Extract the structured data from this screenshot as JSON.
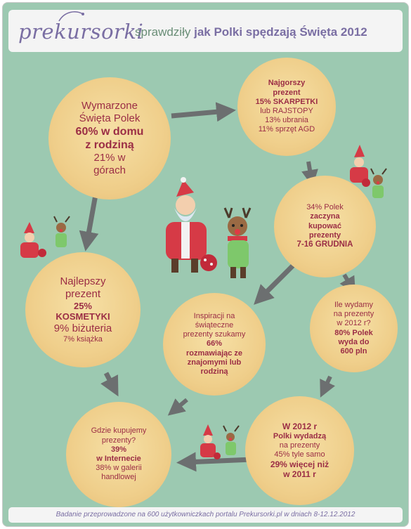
{
  "header": {
    "logo": "prekursorki",
    "title_prefix": "sprawdziły",
    "title_bold": "jak Polki spędzają Święta 2012"
  },
  "bubbles": {
    "wymarzone": {
      "l1": "Wymarzone",
      "l2": "Święta Polek",
      "l3": "60% w domu",
      "l4": "z rodziną",
      "l5": "21% w",
      "l6": "górach"
    },
    "najgorszy": {
      "l1": "Najgorszy",
      "l2": "prezent",
      "l3": "15% SKARPETKI",
      "l4": "lub RAJSTOPY",
      "l5": "13% ubrania",
      "l6": "11% sprzęt AGD"
    },
    "zaczyna": {
      "l1": "34% Polek",
      "l2": "zaczyna",
      "l3": "kupować",
      "l4": "prezenty",
      "l5": "7-16 GRUDNIA"
    },
    "najlepszy": {
      "l1": "Najlepszy",
      "l2": "prezent",
      "l3": "25%",
      "l4": "KOSMETYKI",
      "l5": "9% biżuteria",
      "l6": "7% książka"
    },
    "inspiracji": {
      "l1": "Inspiracji na",
      "l2": "świąteczne",
      "l3": "prezenty szukamy",
      "l4": "66%",
      "l5": "rozmawiając ze",
      "l6": "znajomymi lub",
      "l7": "rodziną"
    },
    "wydamy": {
      "l1": "Ile wydamy",
      "l2": "na prezenty",
      "l3": "w 2012 r?",
      "l4": "80% Polek",
      "l5": "wyda do",
      "l6": "600 pln"
    },
    "gdzie": {
      "l1": "Gdzie kupujemy",
      "l2": "prezenty?",
      "l3": "39%",
      "l4": "w Internecie",
      "l5": "38% w galerii",
      "l6": "handlowej"
    },
    "w2012": {
      "l1": "W 2012 r",
      "l2": "Polki wydadzą",
      "l3": "na prezenty",
      "l4": "45% tyle samo",
      "l5": "29% więcej niż",
      "l6": "w 2011 r"
    }
  },
  "footer": {
    "text": "Badanie przeprowadzone na 600 użytkowniczkach portalu Prekursorki.pl w dniach 8-12.12.2012"
  },
  "colors": {
    "background": "#9cc9b1",
    "bubble": "#efce8a",
    "text": "#9b2d45",
    "arrow": "#6c6f70",
    "brand": "#7a6ea3"
  }
}
